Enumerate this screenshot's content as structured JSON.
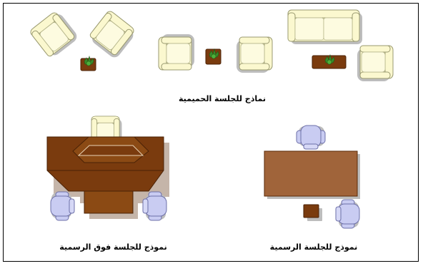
{
  "captions": {
    "intimate": "نماذج للجلسة الحميمية",
    "formal_plus": "نموذج للجلسة فوق الرسمية",
    "formal": "نموذج للجلسة الرسمية"
  },
  "colors": {
    "armchair_fill": "#FBF8CF",
    "armchair_stroke": "#9A9A70",
    "shadow": "#BDBDBD",
    "wood": "#7A3B0E",
    "wood_light": "#8B4A14",
    "desk_formal": "#A0643A",
    "office_chair": "#C9CCF2",
    "office_chair_stroke": "#6C6FA8",
    "plant": "#3A8A2A"
  }
}
